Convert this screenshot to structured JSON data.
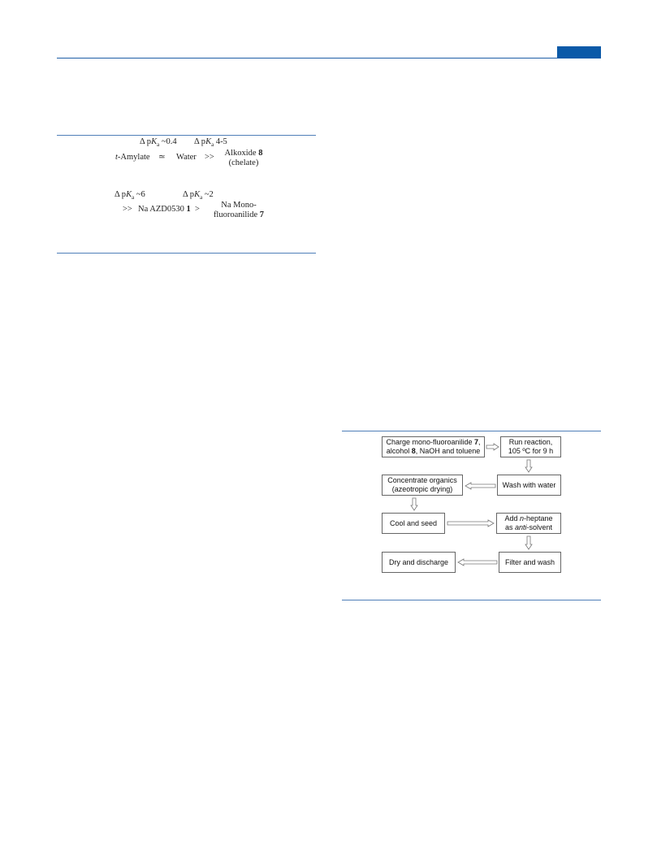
{
  "page": {
    "accent_color": "#0b5aa8",
    "rule_color": "#4f7fb8"
  },
  "equation": {
    "row1": {
      "dpka_left": "Δ pKa ~0.4",
      "dpka_right": "Δ pKa 4-5",
      "t_amylate": "t-Amylate",
      "approx": "≃",
      "water": "Water",
      "gg1": ">>",
      "alkoxide_line1": "Alkoxide 8",
      "alkoxide_line2": "(chelate)"
    },
    "row2": {
      "dpka_left": "Δ pKa ~6",
      "dpka_right": "Δ pKa ~2",
      "gg2": ">>",
      "na_azd": "Na AZD0530 1",
      "gt": ">",
      "na_mono_line1": "Na Mono-",
      "na_mono_line2": "fluoroanilide 7"
    }
  },
  "flowchart": {
    "charge": [
      "Charge mono-fluoroanilide 7,",
      "alcohol 8, NaOH and toluene"
    ],
    "run": [
      "Run reaction,",
      "105 ºC for 9 h"
    ],
    "wash": [
      "Wash with water"
    ],
    "concentrate": [
      "Concentrate organics",
      "(azeotropic drying)"
    ],
    "cool": [
      "Cool and seed"
    ],
    "add": [
      "Add n-heptane",
      "as anti-solvent"
    ],
    "filter": [
      "Filter and wash"
    ],
    "dry": [
      "Dry and discharge"
    ]
  }
}
